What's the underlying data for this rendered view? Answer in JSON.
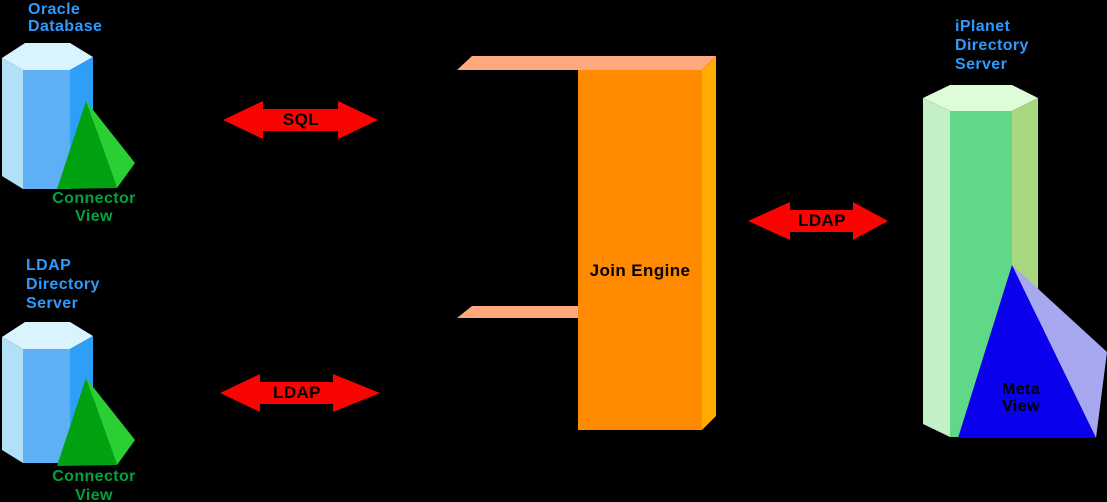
{
  "palette": {
    "background": "#000000",
    "label_blue": "#2E9AFE",
    "label_green": "#00A33C",
    "text_black": "#000000",
    "arrow_red": "#FB0300",
    "blue_cylinder": {
      "top": "#D9F4FF",
      "left": "#B3E0F9",
      "front": "#5FAFF4",
      "right": "#2E9EF7"
    },
    "green_pyramid": {
      "front": "#00A212",
      "side": "#2ACF33"
    },
    "join_engine": {
      "front": "#FF8A00",
      "side": "#FFAB00",
      "top": "#FFA77D"
    },
    "connector_shelf": "#FFA77D",
    "green_column": {
      "top": "#DEFCD8",
      "left": "#C2F1C7",
      "front": "#5FD988",
      "right": "#A7D87D"
    },
    "meta_pyramid": {
      "front": "#0B00EE",
      "side": "#A8A8F0"
    }
  },
  "left_top": {
    "title_lines": [
      "Oracle",
      "Database"
    ],
    "view_label_lines": [
      "Connector",
      "View"
    ]
  },
  "left_bottom": {
    "title_lines": [
      "LDAP",
      "Directory",
      "Server"
    ],
    "view_label_lines": [
      "Connector",
      "View"
    ]
  },
  "center": {
    "join_engine_label": "Join Engine"
  },
  "right": {
    "title_lines": [
      "iPlanet",
      "Directory",
      "Server"
    ],
    "meta_view_lines": [
      "Meta",
      "View"
    ]
  },
  "arrows": {
    "sql_top": {
      "label": "SQL"
    },
    "ldap_bottom": {
      "label": "LDAP"
    },
    "ldap_right": {
      "label": "LDAP"
    }
  }
}
